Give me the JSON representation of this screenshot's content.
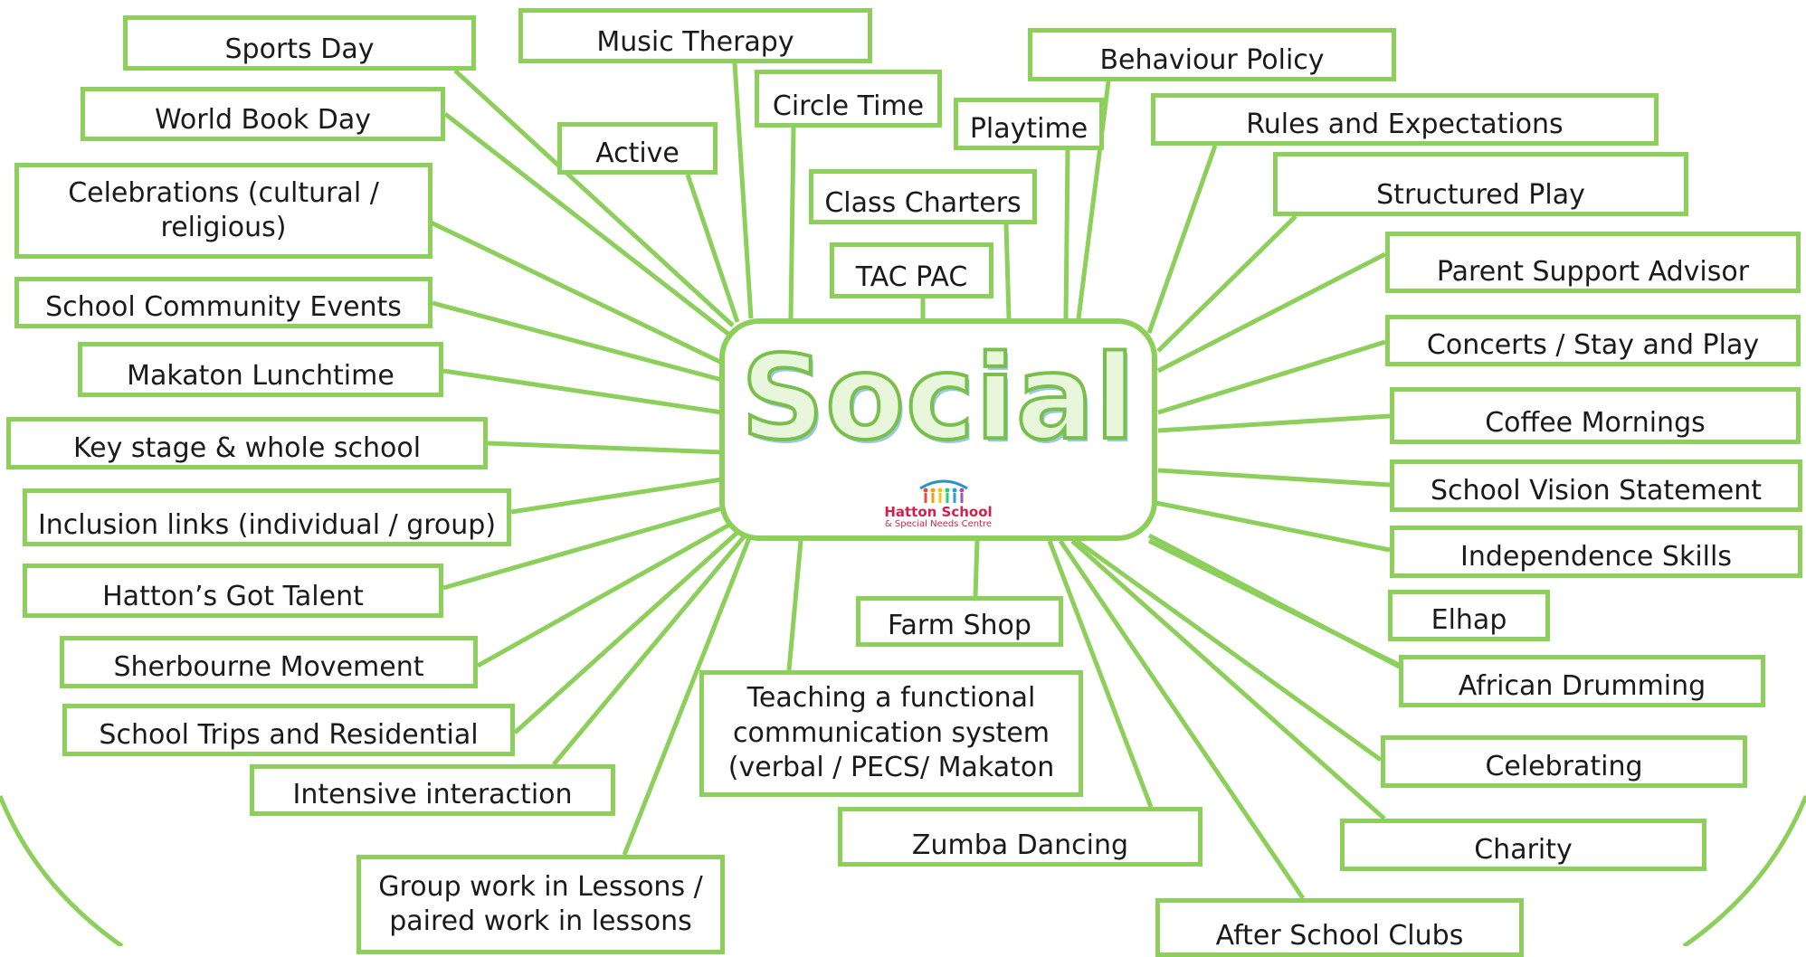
{
  "center": {
    "title": "Social",
    "logo_name": "Hatton School",
    "logo_subtitle": "& Special Needs Centre"
  },
  "colors": {
    "accent_green": "#8ccf5a",
    "logo_red": "#d1204a"
  },
  "nodes": [
    {
      "id": "sports-day",
      "lines": [
        "Sports Day"
      ]
    },
    {
      "id": "music-therapy",
      "lines": [
        "Music Therapy"
      ]
    },
    {
      "id": "circle-time",
      "lines": [
        "Circle Time"
      ]
    },
    {
      "id": "playtime",
      "lines": [
        "Playtime"
      ]
    },
    {
      "id": "behaviour-policy",
      "lines": [
        "Behaviour Policy"
      ]
    },
    {
      "id": "world-book-day",
      "lines": [
        "World Book Day"
      ]
    },
    {
      "id": "active",
      "lines": [
        "Active"
      ]
    },
    {
      "id": "rules-and-expectations",
      "lines": [
        "Rules and Expectations"
      ]
    },
    {
      "id": "structured-play",
      "lines": [
        "Structured Play"
      ]
    },
    {
      "id": "celebrations-cultural-religious",
      "lines": [
        "Celebrations (cultural /",
        "religious)"
      ]
    },
    {
      "id": "class-charters",
      "lines": [
        "Class Charters"
      ]
    },
    {
      "id": "parent-support-advisor",
      "lines": [
        "Parent Support Advisor"
      ]
    },
    {
      "id": "tac-pac",
      "lines": [
        "TAC PAC"
      ]
    },
    {
      "id": "school-community-events",
      "lines": [
        "School Community Events"
      ]
    },
    {
      "id": "concerts-stay-and-play",
      "lines": [
        "Concerts / Stay and Play"
      ]
    },
    {
      "id": "makaton-lunchtime",
      "lines": [
        "Makaton Lunchtime"
      ]
    },
    {
      "id": "coffee-mornings",
      "lines": [
        "Coffee Mornings"
      ]
    },
    {
      "id": "key-stage-whole-school",
      "lines": [
        "Key stage & whole school"
      ]
    },
    {
      "id": "school-vision-statement",
      "lines": [
        "School Vision Statement"
      ]
    },
    {
      "id": "inclusion-links",
      "lines": [
        "Inclusion links (individual / group)"
      ]
    },
    {
      "id": "independence-skills",
      "lines": [
        "Independence Skills"
      ]
    },
    {
      "id": "hattons-got-talent",
      "lines": [
        "Hatton’s Got Talent"
      ]
    },
    {
      "id": "farm-shop",
      "lines": [
        "Farm Shop"
      ]
    },
    {
      "id": "elhap",
      "lines": [
        "Elhap"
      ]
    },
    {
      "id": "sherbourne-movement",
      "lines": [
        "Sherbourne Movement"
      ]
    },
    {
      "id": "african-drumming",
      "lines": [
        "African Drumming"
      ]
    },
    {
      "id": "functional-communication",
      "lines": [
        "Teaching a functional",
        "communication system",
        "(verbal / PECS/ Makaton"
      ]
    },
    {
      "id": "school-trips-residential",
      "lines": [
        "School Trips and Residential"
      ]
    },
    {
      "id": "celebrating",
      "lines": [
        "Celebrating"
      ]
    },
    {
      "id": "intensive-interaction",
      "lines": [
        "Intensive interaction"
      ]
    },
    {
      "id": "zumba-dancing",
      "lines": [
        "Zumba Dancing"
      ]
    },
    {
      "id": "charity",
      "lines": [
        "Charity"
      ]
    },
    {
      "id": "group-work",
      "lines": [
        "Group work in Lessons /",
        "paired work in lessons"
      ]
    },
    {
      "id": "after-school-clubs",
      "lines": [
        "After School Clubs"
      ]
    }
  ]
}
